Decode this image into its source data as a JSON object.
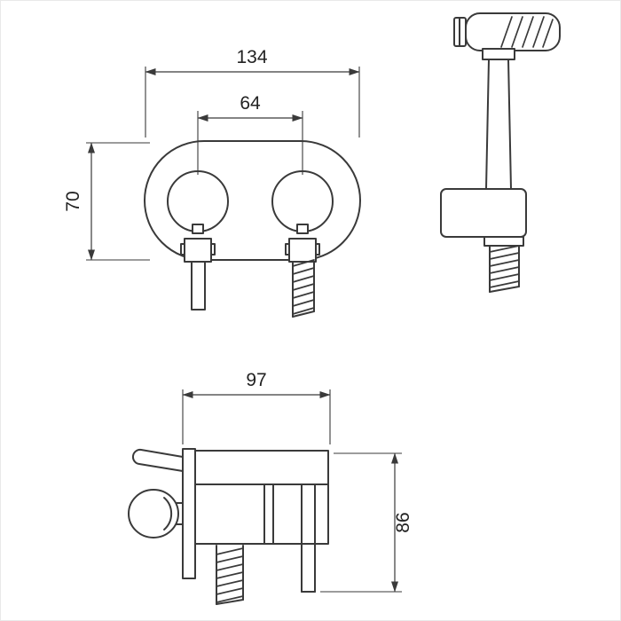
{
  "views": {
    "front": {
      "dim_width": "134",
      "dim_spacing": "64",
      "dim_height": "70"
    },
    "side": {
      "dim_depth": "97",
      "dim_height": "86"
    }
  }
}
